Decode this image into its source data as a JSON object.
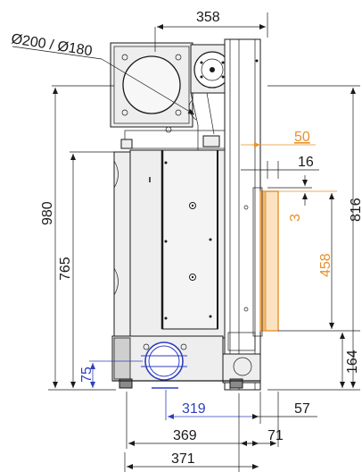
{
  "dimensions": {
    "d358": "358",
    "flue": "Ø200 / Ø180",
    "d50": "50",
    "d16": "16",
    "d980": "980",
    "d816": "816",
    "d765": "765",
    "d3": "3",
    "d458": "458",
    "d75": "75",
    "d164": "164",
    "d319": "319",
    "d57": "57",
    "d369": "369",
    "d71": "71",
    "d371": "371"
  },
  "colors": {
    "black": "#1a1a1a",
    "orange": "#e8902a",
    "blue": "#2f3fbf",
    "glass": "#f2b870"
  }
}
